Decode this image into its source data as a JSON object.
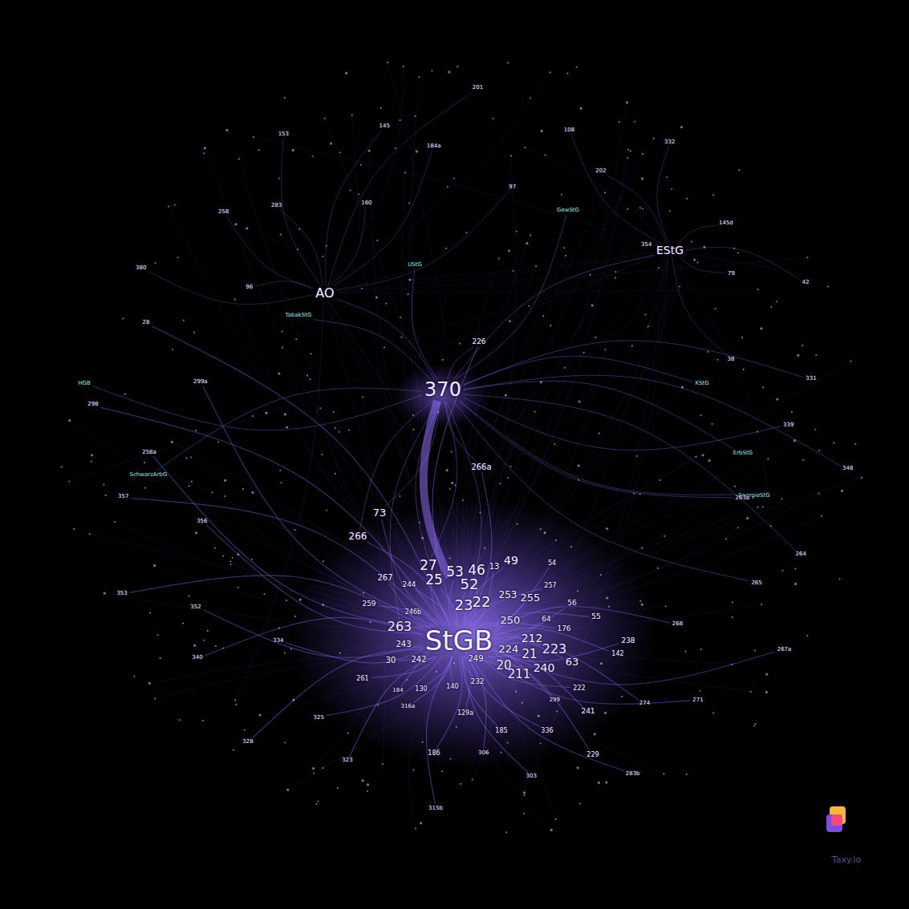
{
  "diagram": {
    "nodes": [
      {
        "text": [
          "StGB"
        ]
      },
      {
        "text": [
          "370"
        ]
      },
      {
        "text": [
          "AO"
        ]
      },
      {
        "text": [
          "EStG"
        ]
      },
      {
        "text": [
          "GewStG"
        ]
      },
      {
        "text": [
          "UStG"
        ]
      },
      {
        "text": [
          "TabakStG"
        ]
      },
      {
        "text": [
          "HGB"
        ]
      },
      {
        "text": [
          "SchwarzArbG"
        ]
      },
      {
        "text": [
          "ErbStG"
        ]
      },
      {
        "text": [
          "EnergieStG"
        ]
      },
      {
        "text": [
          "KStG"
        ]
      },
      {
        "text": [
          "27"
        ]
      },
      {
        "text": [
          "25"
        ]
      },
      {
        "text": [
          "53"
        ]
      },
      {
        "text": [
          "46"
        ]
      },
      {
        "text": [
          "52"
        ]
      },
      {
        "text": [
          "13"
        ]
      },
      {
        "text": [
          "49"
        ]
      },
      {
        "text": [
          "23"
        ]
      },
      {
        "text": [
          "22"
        ]
      },
      {
        "text": [
          "263"
        ]
      },
      {
        "text": [
          "253"
        ]
      },
      {
        "text": [
          "255"
        ]
      },
      {
        "text": [
          "250"
        ]
      },
      {
        "text": [
          "212"
        ]
      },
      {
        "text": [
          "223"
        ]
      },
      {
        "text": [
          "21"
        ]
      },
      {
        "text": [
          "224"
        ]
      },
      {
        "text": [
          "20"
        ]
      },
      {
        "text": [
          "211"
        ]
      },
      {
        "text": [
          "240"
        ]
      },
      {
        "text": [
          "63"
        ]
      },
      {
        "text": [
          "266a"
        ]
      },
      {
        "text": [
          "73"
        ]
      },
      {
        "text": [
          "266"
        ]
      },
      {
        "text": [
          "267"
        ]
      },
      {
        "text": [
          "244"
        ]
      },
      {
        "text": [
          "243"
        ]
      },
      {
        "text": [
          "242"
        ]
      },
      {
        "text": [
          "30"
        ]
      },
      {
        "text": [
          "249"
        ]
      },
      {
        "text": [
          "261"
        ]
      },
      {
        "text": [
          "232"
        ]
      },
      {
        "text": [
          "226"
        ]
      },
      {
        "text": [
          "64"
        ]
      },
      {
        "text": [
          "55"
        ]
      },
      {
        "text": [
          "56"
        ]
      },
      {
        "text": [
          "176"
        ]
      },
      {
        "text": [
          "238"
        ]
      },
      {
        "text": [
          "241"
        ]
      },
      {
        "text": [
          "222"
        ]
      },
      {
        "text": [
          "129a"
        ]
      },
      {
        "text": [
          "140"
        ]
      },
      {
        "text": [
          "130"
        ]
      },
      {
        "text": [
          "259"
        ]
      },
      {
        "text": [
          "246b"
        ]
      },
      {
        "text": [
          "54"
        ]
      },
      {
        "text": [
          "257"
        ]
      },
      {
        "text": [
          "184"
        ]
      },
      {
        "text": [
          "186"
        ]
      },
      {
        "text": [
          "185"
        ]
      },
      {
        "text": [
          "229"
        ]
      },
      {
        "text": [
          "336"
        ]
      },
      {
        "text": [
          "142"
        ]
      },
      {
        "text": [
          "380"
        ]
      },
      {
        "text": [
          "96"
        ]
      },
      {
        "text": [
          "258"
        ]
      },
      {
        "text": [
          "283"
        ]
      },
      {
        "text": [
          "153"
        ]
      },
      {
        "text": [
          "160"
        ]
      },
      {
        "text": [
          "145"
        ]
      },
      {
        "text": [
          "184a"
        ]
      },
      {
        "text": [
          "201"
        ]
      },
      {
        "text": [
          "97"
        ]
      },
      {
        "text": [
          "108"
        ]
      },
      {
        "text": [
          "202"
        ]
      },
      {
        "text": [
          "332"
        ]
      },
      {
        "text": [
          "354"
        ]
      },
      {
        "text": [
          "145d"
        ]
      },
      {
        "text": [
          "79"
        ]
      },
      {
        "text": [
          "42"
        ]
      },
      {
        "text": [
          "38"
        ]
      },
      {
        "text": [
          "331"
        ]
      },
      {
        "text": [
          "339"
        ]
      },
      {
        "text": [
          "348"
        ]
      },
      {
        "text": [
          "263a"
        ]
      },
      {
        "text": [
          "264"
        ]
      },
      {
        "text": [
          "265"
        ]
      },
      {
        "text": [
          "267a"
        ]
      },
      {
        "text": [
          "268"
        ]
      },
      {
        "text": [
          "271"
        ]
      },
      {
        "text": [
          "274"
        ]
      },
      {
        "text": [
          "283b"
        ]
      },
      {
        "text": [
          "299"
        ]
      },
      {
        "text": [
          "303"
        ]
      },
      {
        "text": [
          "306"
        ]
      },
      {
        "text": [
          "315b"
        ]
      },
      {
        "text": [
          "316a"
        ]
      },
      {
        "text": [
          "323"
        ]
      },
      {
        "text": [
          "325"
        ]
      },
      {
        "text": [
          "328"
        ]
      },
      {
        "text": [
          "334"
        ]
      },
      {
        "text": [
          "340"
        ]
      },
      {
        "text": [
          "352"
        ]
      },
      {
        "text": [
          "353"
        ]
      },
      {
        "text": [
          "356"
        ]
      },
      {
        "text": [
          "357"
        ]
      },
      {
        "text": [
          "258a"
        ]
      },
      {
        "text": [
          "298"
        ]
      },
      {
        "text": [
          "299a"
        ]
      },
      {
        "text": [
          "28"
        ]
      }
    ],
    "edges": [
      {
        "from": 0,
        "to": 12,
        "arrow": "none"
      },
      {
        "from": 0,
        "to": 13,
        "arrow": "none"
      },
      {
        "from": 0,
        "to": 14,
        "arrow": "none"
      },
      {
        "from": 0,
        "to": 15,
        "arrow": "none"
      },
      {
        "from": 0,
        "to": 16,
        "arrow": "none"
      },
      {
        "from": 0,
        "to": 17,
        "arrow": "none"
      },
      {
        "from": 0,
        "to": 18,
        "arrow": "none"
      },
      {
        "from": 0,
        "to": 19,
        "arrow": "none"
      },
      {
        "from": 0,
        "to": 20,
        "arrow": "none"
      },
      {
        "from": 0,
        "to": 21,
        "arrow": "none"
      },
      {
        "from": 0,
        "to": 22,
        "arrow": "none"
      },
      {
        "from": 0,
        "to": 23,
        "arrow": "none"
      },
      {
        "from": 0,
        "to": 24,
        "arrow": "none"
      },
      {
        "from": 0,
        "to": 25,
        "arrow": "none"
      },
      {
        "from": 0,
        "to": 26,
        "arrow": "none"
      },
      {
        "from": 0,
        "to": 27,
        "arrow": "none"
      },
      {
        "from": 0,
        "to": 28,
        "arrow": "none"
      },
      {
        "from": 0,
        "to": 29,
        "arrow": "none"
      },
      {
        "from": 0,
        "to": 30,
        "arrow": "none"
      },
      {
        "from": 0,
        "to": 31,
        "arrow": "none"
      },
      {
        "from": 0,
        "to": 32,
        "arrow": "none"
      },
      {
        "from": 0,
        "to": 33,
        "arrow": "none"
      },
      {
        "from": 0,
        "to": 34,
        "arrow": "none"
      },
      {
        "from": 0,
        "to": 35,
        "arrow": "none"
      },
      {
        "from": 0,
        "to": 36,
        "arrow": "none"
      },
      {
        "from": 0,
        "to": 37,
        "arrow": "none"
      },
      {
        "from": 0,
        "to": 38,
        "arrow": "none"
      },
      {
        "from": 0,
        "to": 39,
        "arrow": "none"
      },
      {
        "from": 0,
        "to": 40,
        "arrow": "none"
      },
      {
        "from": 0,
        "to": 41,
        "arrow": "none"
      },
      {
        "from": 0,
        "to": 42,
        "arrow": "none"
      },
      {
        "from": 0,
        "to": 43,
        "arrow": "none"
      },
      {
        "from": 0,
        "to": 44,
        "arrow": "none"
      },
      {
        "from": 0,
        "to": 45,
        "arrow": "none"
      },
      {
        "from": 0,
        "to": 46,
        "arrow": "none"
      },
      {
        "from": 0,
        "to": 47,
        "arrow": "none"
      },
      {
        "from": 0,
        "to": 48,
        "arrow": "none"
      },
      {
        "from": 0,
        "to": 49,
        "arrow": "none"
      },
      {
        "from": 0,
        "to": 50,
        "arrow": "none"
      },
      {
        "from": 0,
        "to": 51,
        "arrow": "none"
      },
      {
        "from": 0,
        "to": 52,
        "arrow": "none"
      },
      {
        "from": 0,
        "to": 53,
        "arrow": "none"
      },
      {
        "from": 0,
        "to": 54,
        "arrow": "none"
      },
      {
        "from": 0,
        "to": 55,
        "arrow": "none"
      },
      {
        "from": 0,
        "to": 56,
        "arrow": "none"
      },
      {
        "from": 0,
        "to": 57,
        "arrow": "none"
      },
      {
        "from": 0,
        "to": 58,
        "arrow": "none"
      },
      {
        "from": 0,
        "to": 59,
        "arrow": "none"
      },
      {
        "from": 0,
        "to": 60,
        "arrow": "none"
      },
      {
        "from": 0,
        "to": 61,
        "arrow": "none"
      },
      {
        "from": 0,
        "to": 62,
        "arrow": "none"
      },
      {
        "from": 0,
        "to": 63,
        "arrow": "none"
      },
      {
        "from": 0,
        "to": 64,
        "arrow": "none"
      },
      {
        "from": 0,
        "to": 89,
        "arrow": "none"
      },
      {
        "from": 0,
        "to": 90,
        "arrow": "none"
      },
      {
        "from": 0,
        "to": 91,
        "arrow": "none"
      },
      {
        "from": 0,
        "to": 92,
        "arrow": "none"
      },
      {
        "from": 0,
        "to": 93,
        "arrow": "none"
      },
      {
        "from": 0,
        "to": 94,
        "arrow": "none"
      },
      {
        "from": 0,
        "to": 95,
        "arrow": "none"
      },
      {
        "from": 0,
        "to": 96,
        "arrow": "none"
      },
      {
        "from": 0,
        "to": 97,
        "arrow": "none"
      },
      {
        "from": 0,
        "to": 98,
        "arrow": "none"
      },
      {
        "from": 0,
        "to": 99,
        "arrow": "none"
      },
      {
        "from": 0,
        "to": 100,
        "arrow": "none"
      },
      {
        "from": 0,
        "to": 101,
        "arrow": "none"
      },
      {
        "from": 0,
        "to": 102,
        "arrow": "none"
      },
      {
        "from": 0,
        "to": 103,
        "arrow": "none"
      },
      {
        "from": 0,
        "to": 104,
        "arrow": "none"
      },
      {
        "from": 0,
        "to": 105,
        "arrow": "none"
      },
      {
        "from": 0,
        "to": 106,
        "arrow": "none"
      },
      {
        "from": 0,
        "to": 107,
        "arrow": "none"
      },
      {
        "from": 0,
        "to": 108,
        "arrow": "none"
      },
      {
        "from": 0,
        "to": 109,
        "arrow": "none"
      },
      {
        "from": 0,
        "to": 110,
        "arrow": "none"
      },
      {
        "from": 0,
        "to": 111,
        "arrow": "none"
      },
      {
        "from": 1,
        "to": 0,
        "arrow": "none"
      },
      {
        "from": 1,
        "to": 2,
        "arrow": "none"
      },
      {
        "from": 1,
        "to": 3,
        "arrow": "none"
      },
      {
        "from": 1,
        "to": 4,
        "arrow": "none"
      },
      {
        "from": 1,
        "to": 5,
        "arrow": "none"
      },
      {
        "from": 1,
        "to": 6,
        "arrow": "none"
      },
      {
        "from": 1,
        "to": 7,
        "arrow": "none"
      },
      {
        "from": 1,
        "to": 8,
        "arrow": "none"
      },
      {
        "from": 1,
        "to": 9,
        "arrow": "none"
      },
      {
        "from": 1,
        "to": 10,
        "arrow": "none"
      },
      {
        "from": 1,
        "to": 11,
        "arrow": "none"
      },
      {
        "from": 1,
        "to": 33,
        "arrow": "none"
      },
      {
        "from": 1,
        "to": 34,
        "arrow": "none"
      },
      {
        "from": 1,
        "to": 35,
        "arrow": "none"
      },
      {
        "from": 1,
        "to": 44,
        "arrow": "none"
      },
      {
        "from": 1,
        "to": 21,
        "arrow": "none"
      },
      {
        "from": 1,
        "to": 12,
        "arrow": "none"
      },
      {
        "from": 1,
        "to": 13,
        "arrow": "none"
      },
      {
        "from": 2,
        "to": 65,
        "arrow": "none"
      },
      {
        "from": 2,
        "to": 66,
        "arrow": "none"
      },
      {
        "from": 2,
        "to": 67,
        "arrow": "none"
      },
      {
        "from": 2,
        "to": 68,
        "arrow": "none"
      },
      {
        "from": 2,
        "to": 69,
        "arrow": "none"
      },
      {
        "from": 2,
        "to": 70,
        "arrow": "none"
      },
      {
        "from": 2,
        "to": 71,
        "arrow": "none"
      },
      {
        "from": 2,
        "to": 72,
        "arrow": "none"
      },
      {
        "from": 2,
        "to": 73,
        "arrow": "none"
      },
      {
        "from": 2,
        "to": 74,
        "arrow": "none"
      },
      {
        "from": 3,
        "to": 75,
        "arrow": "none"
      },
      {
        "from": 3,
        "to": 76,
        "arrow": "none"
      },
      {
        "from": 3,
        "to": 77,
        "arrow": "none"
      },
      {
        "from": 3,
        "to": 78,
        "arrow": "none"
      },
      {
        "from": 3,
        "to": 79,
        "arrow": "none"
      },
      {
        "from": 3,
        "to": 80,
        "arrow": "none"
      },
      {
        "from": 3,
        "to": 81,
        "arrow": "none"
      },
      {
        "from": 3,
        "to": 82,
        "arrow": "none"
      },
      {
        "from": 1,
        "to": 83,
        "arrow": "none"
      },
      {
        "from": 1,
        "to": 84,
        "arrow": "none"
      },
      {
        "from": 1,
        "to": 85,
        "arrow": "none"
      },
      {
        "from": 1,
        "to": 86,
        "arrow": "none"
      },
      {
        "from": 1,
        "to": 87,
        "arrow": "none"
      },
      {
        "from": 1,
        "to": 88,
        "arrow": "none"
      }
    ],
    "labels": [
      "Taxy.io"
    ]
  }
}
